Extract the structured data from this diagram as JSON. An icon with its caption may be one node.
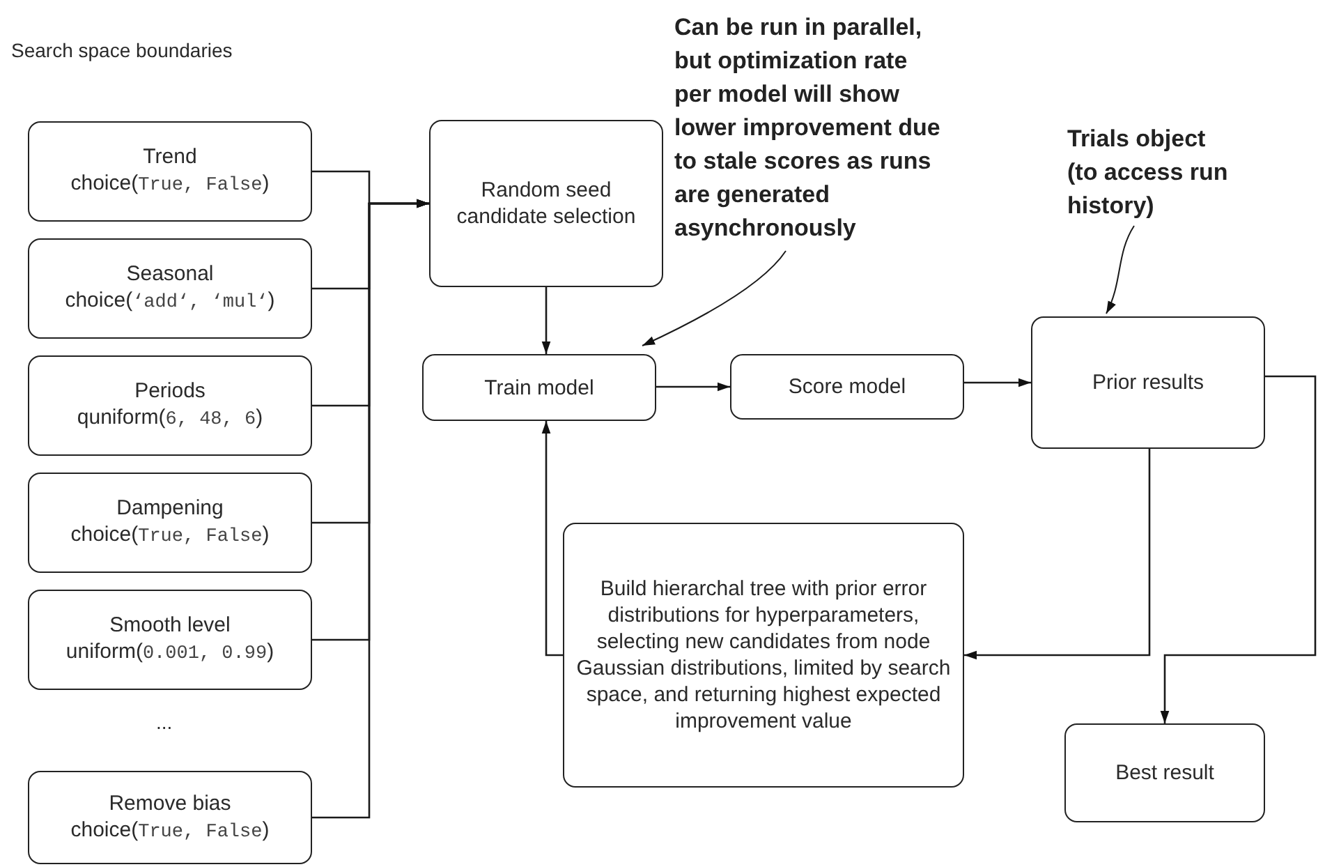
{
  "diagram": {
    "nodes": [
      {
        "text": [
          "Trend",
          "choice(True, False)"
        ]
      },
      {
        "text": [
          "Seasonal",
          "choice(‘add‘, ‘mul‘)"
        ]
      },
      {
        "text": [
          "Periods",
          "quniform(6, 48, 6)"
        ]
      },
      {
        "text": [
          "Dampening",
          "choice(True, False)"
        ]
      },
      {
        "text": [
          "Smooth level",
          "uniform(0.001, 0.99)"
        ]
      },
      {
        "text": [
          "Remove bias",
          "choice(True, False)"
        ]
      },
      {
        "text": [
          "Random seed candidate selection"
        ]
      },
      {
        "text": [
          "Train model"
        ]
      },
      {
        "text": [
          "Score model"
        ]
      },
      {
        "text": [
          "Prior results"
        ]
      },
      {
        "text": [
          "Build hierarchal tree with prior error distributions for hyperparameters, selecting new candidates from node Gaussian distributions, limited by search space, and returning highest expected improvement value"
        ]
      },
      {
        "text": [
          "Best result"
        ]
      },
      {
        "text": [
          "Can be run in parallel, but optimization rate per model will show lower improvement due to stale scores as runs are generated asynchronously"
        ]
      },
      {
        "text": [
          "Trials object (to access run history)"
        ]
      }
    ],
    "edges": [
      {
        "from": 0,
        "to": 6,
        "arrow": "to"
      },
      {
        "from": 1,
        "to": 6,
        "arrow": "to"
      },
      {
        "from": 2,
        "to": 6,
        "arrow": "to"
      },
      {
        "from": 3,
        "to": 6,
        "arrow": "to"
      },
      {
        "from": 4,
        "to": 6,
        "arrow": "to"
      },
      {
        "from": 5,
        "to": 6,
        "arrow": "to"
      },
      {
        "from": 6,
        "to": 7,
        "arrow": "to"
      },
      {
        "from": 7,
        "to": 8,
        "arrow": "to"
      },
      {
        "from": 8,
        "to": 9,
        "arrow": "to"
      },
      {
        "from": 9,
        "to": 10,
        "arrow": "to"
      },
      {
        "from": 10,
        "to": 7,
        "arrow": "to"
      },
      {
        "from": 9,
        "to": 11,
        "arrow": "to"
      },
      {
        "from": 12,
        "to": 7,
        "arrow": "to"
      },
      {
        "from": 13,
        "to": 9,
        "arrow": "to"
      }
    ],
    "labels": [
      "Search space boundaries",
      "..."
    ]
  }
}
